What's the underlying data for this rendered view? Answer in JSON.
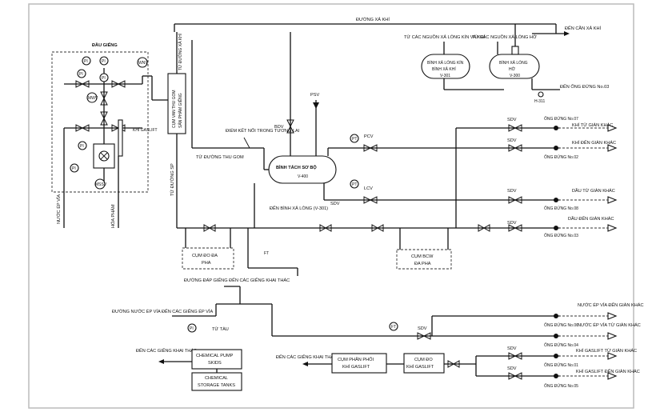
{
  "header": {
    "vent_header": "ĐƯỜNG XẢ KHÍ",
    "to_vent_header": "ĐẾN CẦN XẢ KHÍ",
    "from_vent": "TỪ ĐƯỜNG XẢ KHÍ"
  },
  "wellhead": {
    "title": "ĐẦU GIẾNG",
    "instruments": [
      "PI",
      "PI",
      "WNV",
      "PI",
      "MWV",
      "PI",
      "PI",
      "PI",
      "MSSV"
    ],
    "gas_lift_tag": "KHÍ GASLIFT",
    "water_injection": "NƯỚC ÉP VỈA",
    "chemical": "HÓA PHẨM"
  },
  "manifold": {
    "label_line1": "CỤM VAN THU GOM",
    "label_line2": "SẢN PHẨM GIẾNG",
    "from_production": "TỪ ĐƯỜNG SP",
    "from_collection": "TỪ ĐƯỜNG THU GOM",
    "future_tie_in": "ĐIỂM KẾT NỐI TRONG TƯƠNG LAI"
  },
  "separator": {
    "name": "BÌNH TÁCH SƠ BỘ",
    "tag": "V-400",
    "bdv": "BDV",
    "psv": "PSV",
    "pt1": "PT",
    "pcv": "PCV",
    "pt2": "PT",
    "lcv": "LCV",
    "sdv": "SDV",
    "to_drain": "ĐẾN BÌNH XẢ LỎNG (V-301)"
  },
  "drum_closed": {
    "source": "TỪ CÁC NGUỒN XẢ LỎNG KÍN VÀ KHÍ",
    "name_line1": "BÌNH XẢ LỎNG KÍN",
    "name_line2": "BÌNH XẢ KHÍ",
    "tag": "V-301"
  },
  "drum_open": {
    "source": "TỪ CÁC NGUỒN XẢ LỎNG HỞ",
    "name_line1": "BÌNH XẢ LỎNG",
    "name_line2": "HỞ",
    "tag": "V-300"
  },
  "pump_note": {
    "text": "ĐẾN ỐNG ĐỨNG No.03",
    "tag": "H-311"
  },
  "risers": [
    {
      "sdv": "SDV",
      "name": "ỐNG ĐỨNG No.07",
      "service": "KHÍ TỪ GIÀN KHÁC"
    },
    {
      "sdv": "SDV",
      "name": "ỐNG ĐỨNG No.02",
      "service": "KHÍ ĐẾN GIÀN KHÁC"
    },
    {
      "sdv": "SDV",
      "name": "ỐNG ĐỨNG No.08",
      "service": "DẦU TỪ GIÀN KHÁC"
    },
    {
      "sdv": "SDV",
      "name": "ỐNG ĐỨNG No.03",
      "service": "DẦU ĐẾN GIÀN KHÁC"
    }
  ],
  "meters": {
    "multiphase": {
      "line1": "CỤM ĐO ĐA",
      "line2": "PHA"
    },
    "bcw": {
      "line1": "CỤM BCW",
      "line2": "ĐA PHA"
    }
  },
  "water": {
    "pump_outlet": "ĐƯỜNG ĐẨP GIẾNG ĐẾN CÁC GIẾNG KHAI THÁC",
    "injection": "ĐƯỜNG NƯỚC ÉP VỈA ĐẾN CÁC GIẾNG ÉP VỈA",
    "from_ship": "TỪ TÀU",
    "pi_tag": "PI",
    "fi_tag": "FT"
  },
  "chemical": {
    "to_wells": "ĐẾN CÁC GIẾNG KHAI THÁC",
    "pump_line1": "CHEMICAL PUMP",
    "pump_line2": "SKIDS",
    "tanks_line1": "CHEMICAL",
    "tanks_line2": "STORAGE TANKS"
  },
  "gaslift": {
    "to_wells": "ĐẾN CÁC GIẾNG KHAI THÁC",
    "distribution_line1": "CỤM PHÂN PHỐI",
    "distribution_line2": "KHÍ GASLIFT",
    "meter_line1": "CỤM ĐO",
    "meter_line2": "KHÍ GASLIFT",
    "fi_tag": "FT",
    "sdv": "SDV"
  },
  "lower_risers": [
    {
      "sdv": "",
      "name": "ỐNG ĐỨNG No.06",
      "service": "NƯỚC ÉP VỈA ĐẾN GIÀN KHÁC"
    },
    {
      "sdv": "",
      "name": "ỐNG ĐỨNG No.04",
      "service": "NƯỚC ÉP VỈA TỪ GIÀN KHÁC"
    },
    {
      "sdv": "SDV",
      "name": "ỐNG ĐỨNG No.01",
      "service": "KHÍ GASLIFT TỪ GIÀN KHÁC"
    },
    {
      "sdv": "SDV",
      "name": "ỐNG ĐỨNG No.05",
      "service": "KHÍ GASLIFT ĐẾN GIÀN KHÁC"
    }
  ]
}
